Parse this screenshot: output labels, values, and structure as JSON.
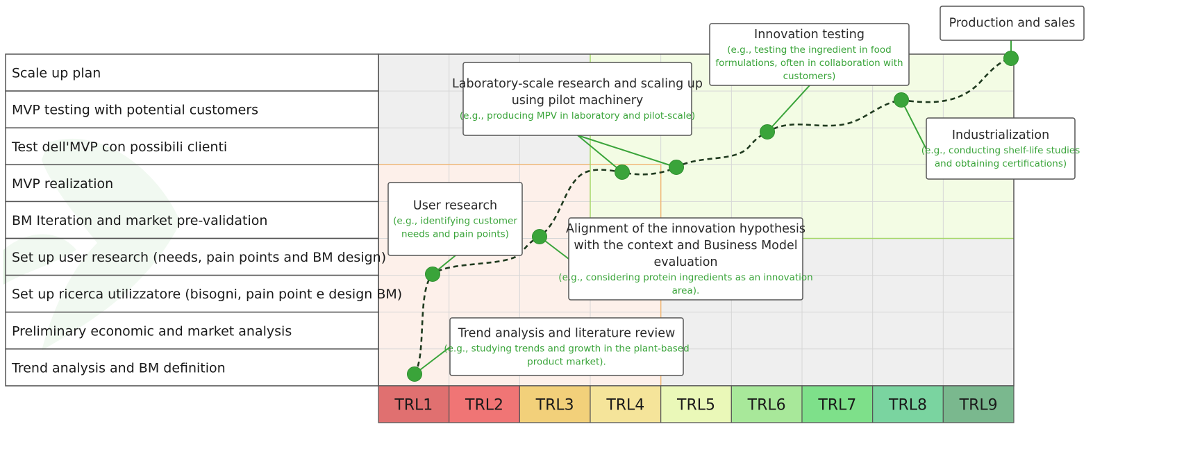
{
  "rows": [
    "Scale up plan",
    "MVP testing with potential customers",
    "Test dell'MVP con possibili clienti",
    "MVP realization",
    "BM Iteration and market pre-validation",
    "Set up user research (needs, pain points and BM design)",
    "Set up ricerca utilizzatore (bisogni, pain point e design BM)",
    "Preliminary economic and market analysis",
    "Trend analysis and BM definition"
  ],
  "trl": [
    {
      "label": "TRL1",
      "color": "#e07070"
    },
    {
      "label": "TRL2",
      "color": "#f07575"
    },
    {
      "label": "TRL3",
      "color": "#f2d07a"
    },
    {
      "label": "TRL4",
      "color": "#f5e49a"
    },
    {
      "label": "TRL5",
      "color": "#eaf8b8"
    },
    {
      "label": "TRL6",
      "color": "#a8e89a"
    },
    {
      "label": "TRL7",
      "color": "#7ee08a"
    },
    {
      "label": "TRL8",
      "color": "#7ad4a0"
    },
    {
      "label": "TRL9",
      "color": "#7ab88e"
    }
  ],
  "callouts": [
    {
      "title": [
        "Production and sales"
      ],
      "sub": []
    },
    {
      "title": [
        "Innovation testing"
      ],
      "sub": [
        "(e.g., testing the ingredient in food",
        "formulations, often in collaboration with",
        "customers)"
      ]
    },
    {
      "title": [
        "Laboratory-scale research and scaling up",
        "using pilot machinery"
      ],
      "sub": [
        "(e.g., producing MPV in laboratory and pilot-scale)"
      ]
    },
    {
      "title": [
        "Industrialization"
      ],
      "sub": [
        "(e.g., conducting shelf-life studies",
        "and obtaining certifications)"
      ]
    },
    {
      "title": [
        "User research"
      ],
      "sub": [
        "(e.g., identifying customer",
        "needs and pain points)"
      ]
    },
    {
      "title": [
        "Alignment of the innovation hypothesis",
        "with the context and Business Model",
        "evaluation"
      ],
      "sub": [
        "(e.g., considering protein ingredients as an innovation",
        "area)."
      ]
    },
    {
      "title": [
        "Trend analysis and literature review"
      ],
      "sub": [
        "(e.g., studying trends and growth in the plant-based",
        "product market)."
      ]
    }
  ],
  "colors": {
    "accent_green": "#3aa43a",
    "zone_early": "#fdf0ea",
    "zone_late": "#f3fce4",
    "zone_gray": "#efefef"
  }
}
